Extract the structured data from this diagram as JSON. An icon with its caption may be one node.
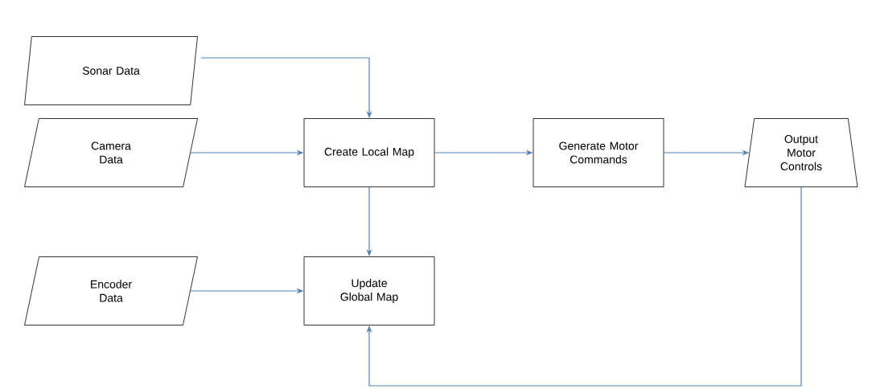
{
  "diagram": {
    "nodes": [
      {
        "text": [
          "Sonar Data"
        ]
      },
      {
        "text": [
          "Camera Data"
        ]
      },
      {
        "text": [
          "Create Local Map"
        ]
      },
      {
        "text": [
          "Generate Motor Commands"
        ]
      },
      {
        "text": [
          "Output Motor Controls"
        ]
      },
      {
        "text": [
          "Encoder Data"
        ]
      },
      {
        "text": [
          "Update Global Map"
        ]
      }
    ],
    "edges": [
      {
        "from": 0,
        "to": 2,
        "arrow": "to"
      },
      {
        "from": 1,
        "to": 2,
        "arrow": "to"
      },
      {
        "from": 2,
        "to": 3,
        "arrow": "to"
      },
      {
        "from": 3,
        "to": 4,
        "arrow": "to"
      },
      {
        "from": 2,
        "to": 6,
        "arrow": "to"
      },
      {
        "from": 5,
        "to": 6,
        "arrow": "to"
      },
      {
        "from": 4,
        "to": 6,
        "arrow": "to"
      }
    ]
  }
}
